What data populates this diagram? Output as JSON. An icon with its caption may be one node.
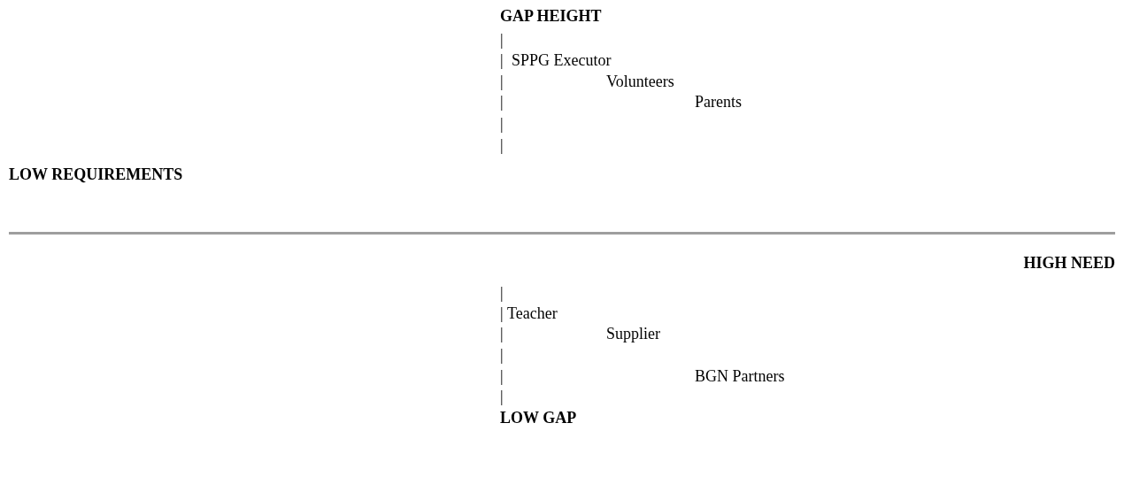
{
  "diagram": {
    "labels": [
      "GAP HEIGHT",
      "|",
      "|",
      "SPPG Executor",
      "|",
      "Volunteers",
      "|",
      "Parents",
      "|",
      "|",
      "LOW REQUIREMENTS",
      "HIGH NEED",
      "|",
      "|",
      "Teacher",
      "|",
      "Supplier",
      "|",
      "|",
      "BGN Partners",
      "|",
      "LOW GAP"
    ]
  }
}
